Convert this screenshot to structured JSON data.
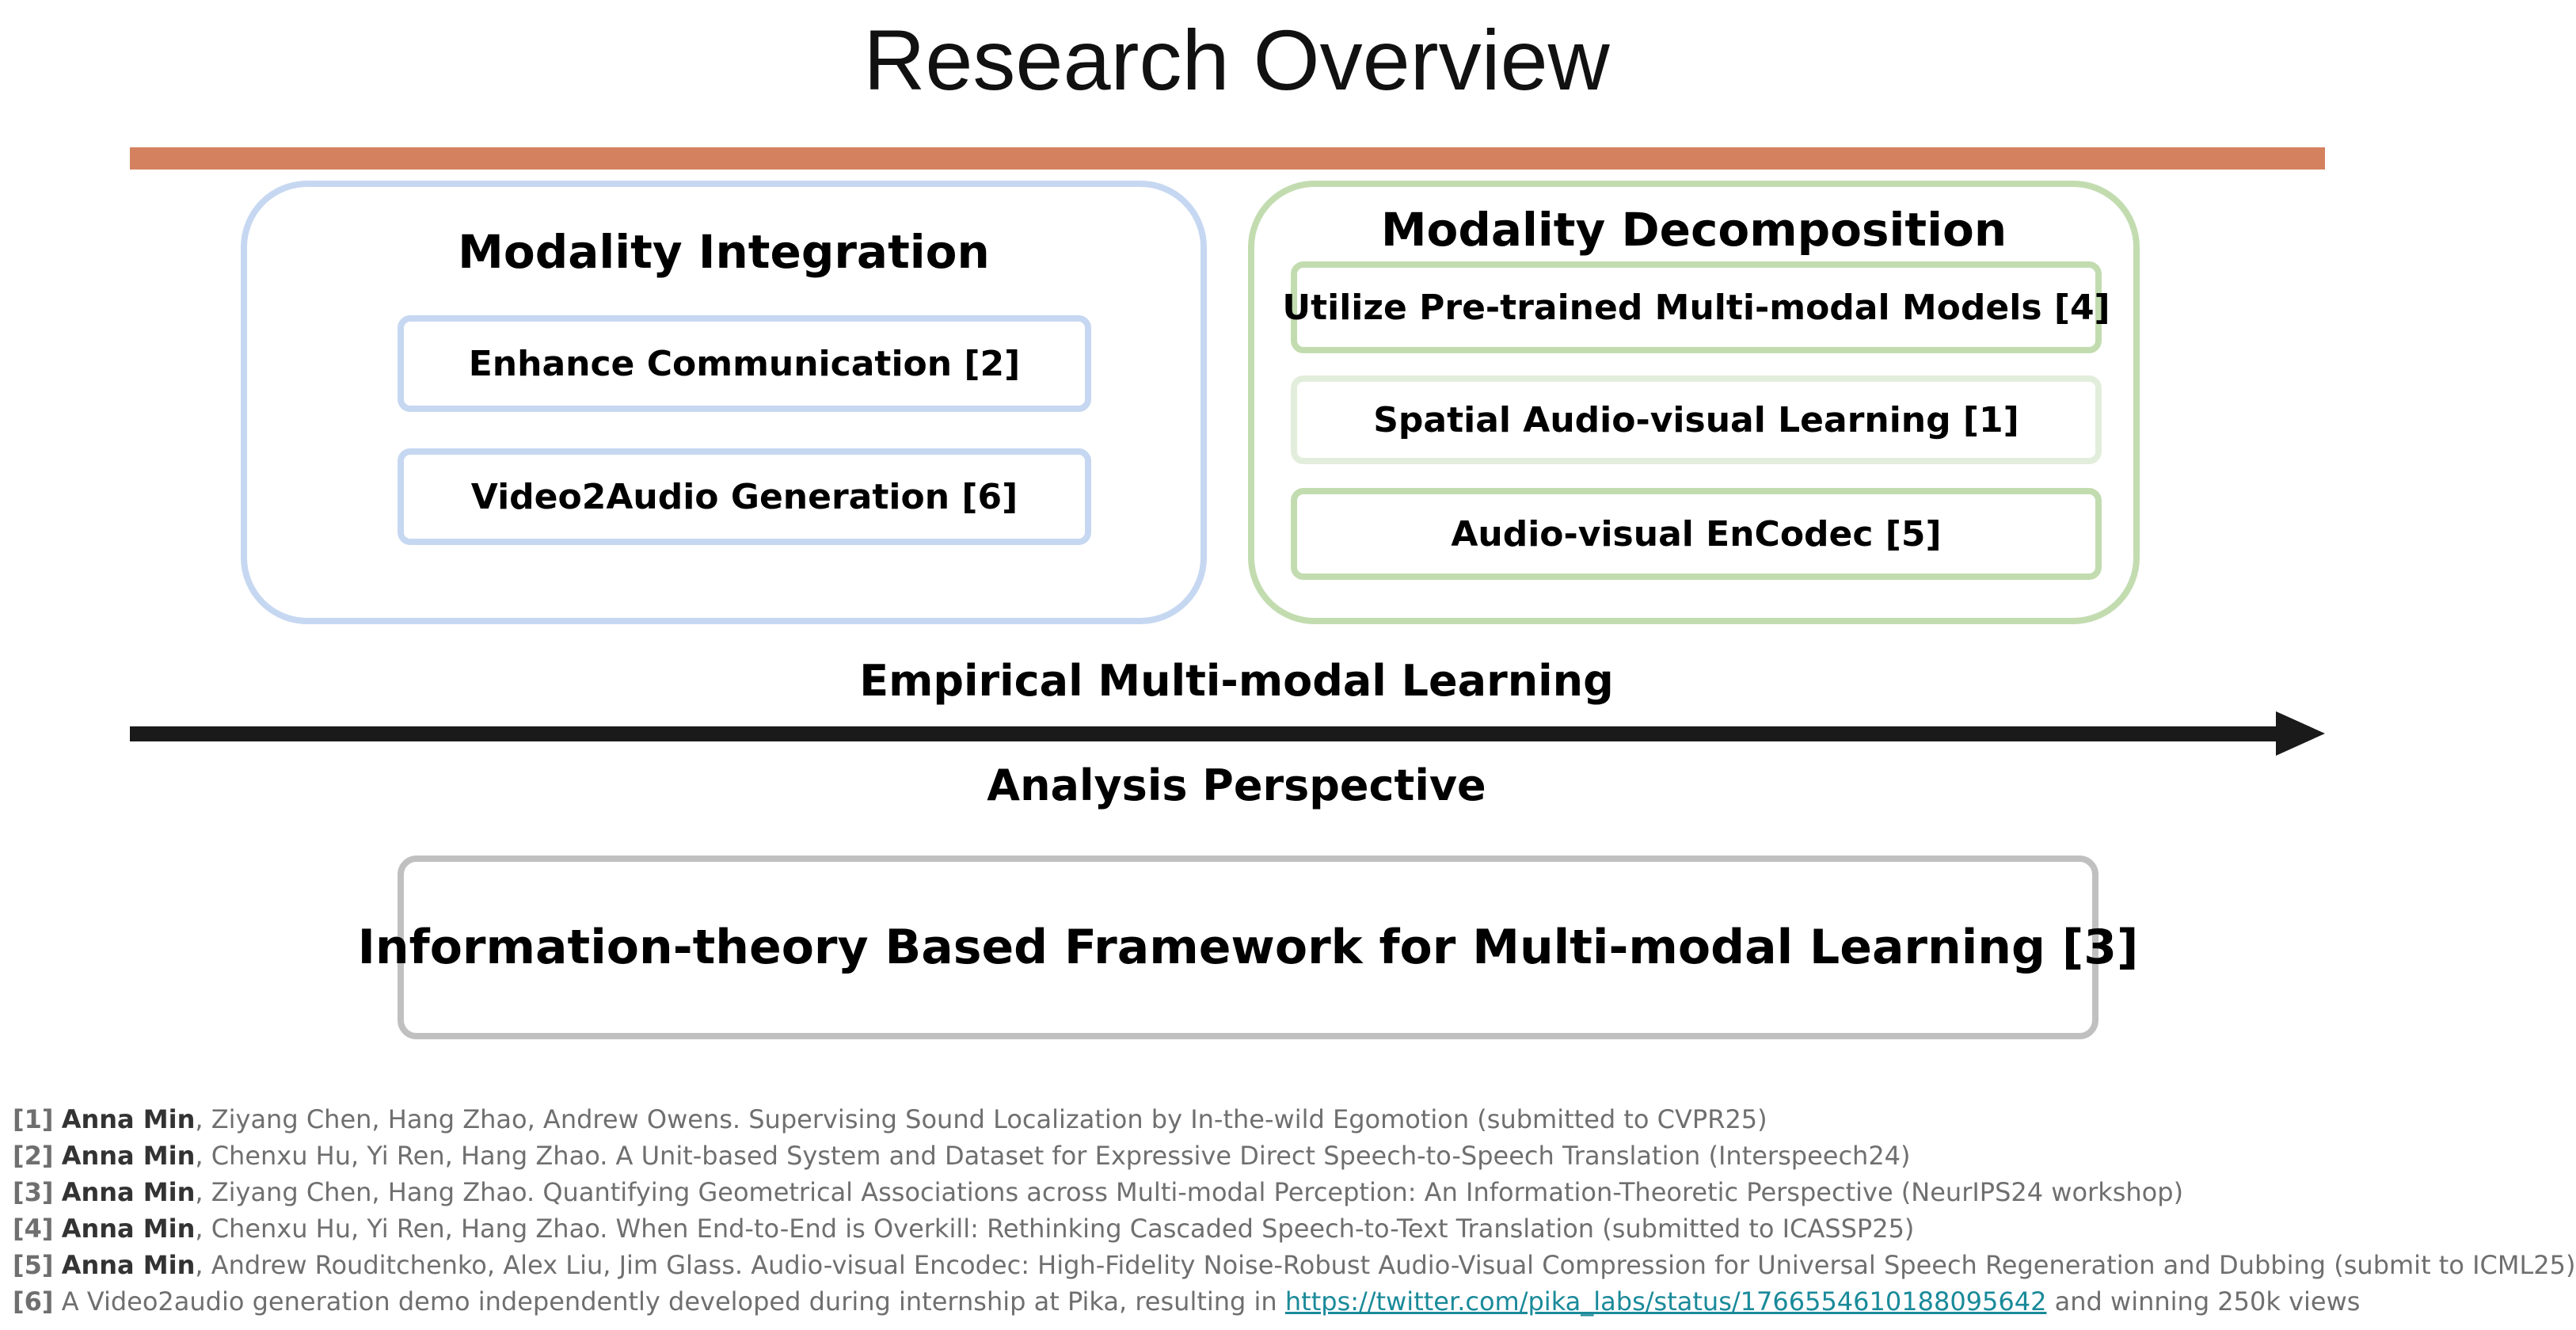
{
  "title": "Research Overview",
  "colors": {
    "top_bar": "#d4815f",
    "integration_border": "#c6d7f1",
    "decomposition_border": "#c2dcb0",
    "decomposition_light_border": "#e2eedb",
    "framework_border": "#c0c0c0",
    "arrow": "#1a1a1a",
    "reference_text": "#6f6f6f",
    "link": "#1a8a9a"
  },
  "integration": {
    "title": "Modality Integration",
    "items": [
      "Enhance Communication [2]",
      "Video2Audio Generation [6]"
    ]
  },
  "decomposition": {
    "title": "Modality Decomposition",
    "items": [
      "Utilize Pre-trained Multi-modal Models [4]",
      "Spatial Audio-visual Learning [1]",
      "Audio-visual EnCodec [5]"
    ]
  },
  "axis": {
    "top_label": "Empirical Multi-modal Learning",
    "bottom_label": "Analysis Perspective"
  },
  "framework": {
    "label": "Information-theory Based Framework for Multi-modal Learning [3]"
  },
  "references": [
    {
      "num": "[1]",
      "author": "Anna Min",
      "text": ", Ziyang Chen, Hang Zhao, Andrew Owens. Supervising Sound Localization by In-the-wild Egomotion (submitted to CVPR25)"
    },
    {
      "num": "[2]",
      "author": "Anna Min",
      "text": ", Chenxu Hu, Yi Ren, Hang Zhao. A Unit-based System and Dataset for Expressive Direct Speech-to-Speech Translation (Interspeech24)"
    },
    {
      "num": "[3]",
      "author": "Anna Min",
      "text": ", Ziyang Chen, Hang Zhao. Quantifying Geometrical Associations across Multi-modal Perception: An Information-Theoretic Perspective (NeurIPS24 workshop)"
    },
    {
      "num": "[4]",
      "author": "Anna Min",
      "text": ", Chenxu Hu, Yi Ren, Hang Zhao. When End-to-End is Overkill: Rethinking Cascaded Speech-to-Text Translation (submitted to ICASSP25)"
    },
    {
      "num": "[5]",
      "author": "Anna Min",
      "text": ", Andrew Rouditchenko, Alex Liu, Jim Glass. Audio-visual Encodec: High-Fidelity Noise-Robust Audio-Visual Compression for Universal Speech Regeneration and Dubbing (submit to ICML25)"
    },
    {
      "num": "[6]",
      "text_before": "A Video2audio generation demo independently developed during internship at Pika, resulting in ",
      "link": "https://twitter.com/pika_labs/status/1766554610188095642",
      "text_after": " and winning 250k views"
    }
  ]
}
